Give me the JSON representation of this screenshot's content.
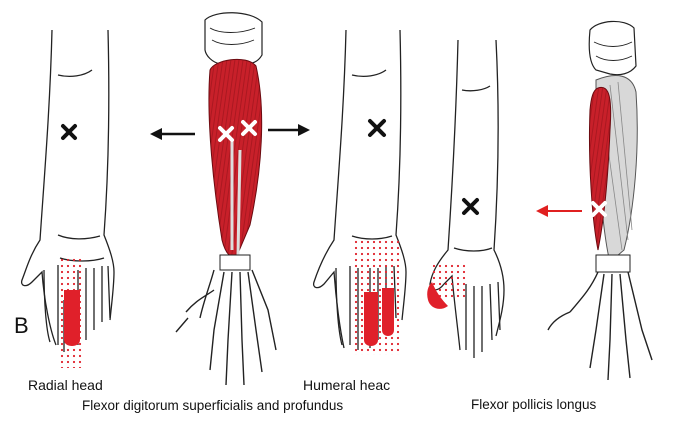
{
  "figure": {
    "panel_letter": "B",
    "labels": {
      "radial_head": "Radial head",
      "humeral_head": "Humeral heac",
      "main_caption": "Flexor digitorum superficialis and profundus",
      "right_caption": "Flexor pollicis longus"
    },
    "colors": {
      "muscle_red": "#c8202a",
      "referral_red": "#e0202a",
      "arrow_red": "#e02020",
      "outline": "#222222",
      "background": "#ffffff"
    },
    "icons": [
      "trigger-point-x-marker",
      "left-arrow",
      "right-arrow",
      "referral-pain-dots"
    ]
  }
}
